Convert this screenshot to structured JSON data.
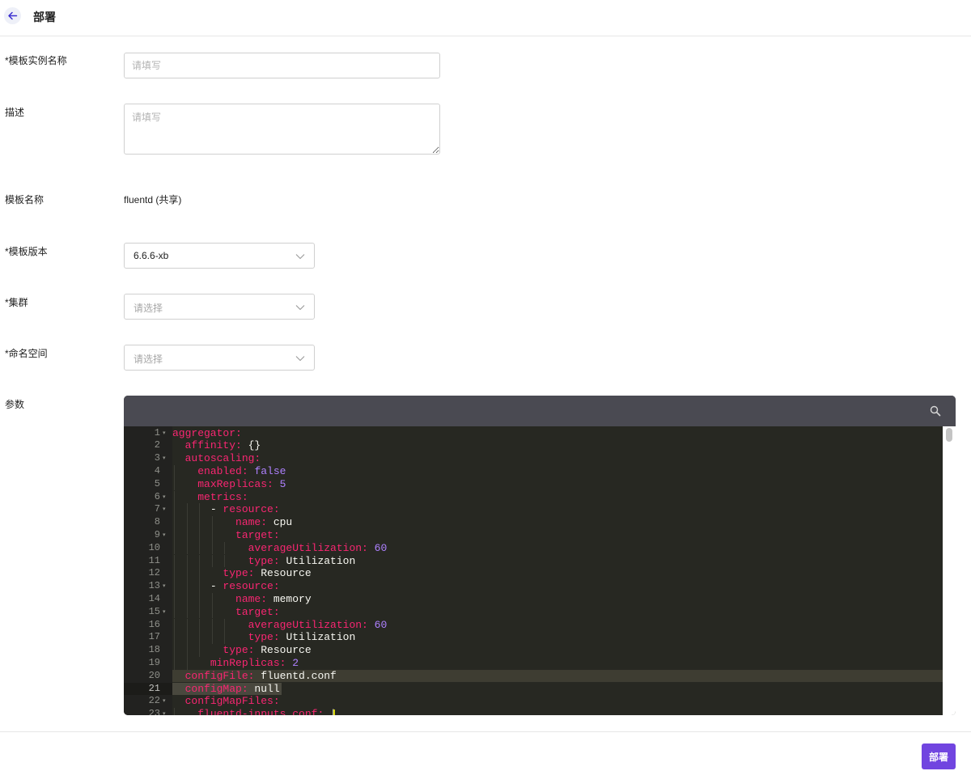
{
  "header": {
    "title": "部署",
    "back_icon": "arrow-left-icon"
  },
  "form": {
    "instance_name": {
      "label": "*模板实例名称",
      "placeholder": "请填写",
      "value": ""
    },
    "description": {
      "label": "描述",
      "placeholder": "请填写",
      "value": ""
    },
    "template_name": {
      "label": "模板名称",
      "value": "fluentd (共享)"
    },
    "template_version": {
      "label": "*模板版本",
      "value": "6.6.6-xb"
    },
    "cluster": {
      "label": "*集群",
      "placeholder": "请选择"
    },
    "namespace": {
      "label": "*命名空间",
      "placeholder": "请选择"
    },
    "params": {
      "label": "参数"
    }
  },
  "editor": {
    "active_line": 21,
    "lines": [
      {
        "n": "1",
        "fold": true,
        "key": "aggregator:",
        "val": ""
      },
      {
        "n": "2",
        "fold": false,
        "key": "  affinity:",
        "val": " {}"
      },
      {
        "n": "3",
        "fold": true,
        "key": "  autoscaling:",
        "val": ""
      },
      {
        "n": "4",
        "fold": false,
        "key": "    enabled:",
        "val": " false",
        "num": true
      },
      {
        "n": "5",
        "fold": false,
        "key": "    maxReplicas:",
        "val": " 5",
        "num": true
      },
      {
        "n": "6",
        "fold": true,
        "key": "    metrics:",
        "val": ""
      },
      {
        "n": "7",
        "fold": true,
        "key": "      - resource:",
        "val": "",
        "dash": true
      },
      {
        "n": "8",
        "fold": false,
        "key": "          name:",
        "val": " cpu"
      },
      {
        "n": "9",
        "fold": true,
        "key": "          target:",
        "val": ""
      },
      {
        "n": "10",
        "fold": false,
        "key": "            averageUtilization:",
        "val": " 60",
        "num": true
      },
      {
        "n": "11",
        "fold": false,
        "key": "            type:",
        "val": " Utilization"
      },
      {
        "n": "12",
        "fold": false,
        "key": "        type:",
        "val": " Resource"
      },
      {
        "n": "13",
        "fold": true,
        "key": "      - resource:",
        "val": "",
        "dash": true
      },
      {
        "n": "14",
        "fold": false,
        "key": "          name:",
        "val": " memory"
      },
      {
        "n": "15",
        "fold": true,
        "key": "          target:",
        "val": ""
      },
      {
        "n": "16",
        "fold": false,
        "key": "            averageUtilization:",
        "val": " 60",
        "num": true
      },
      {
        "n": "17",
        "fold": false,
        "key": "            type:",
        "val": " Utilization"
      },
      {
        "n": "18",
        "fold": false,
        "key": "        type:",
        "val": " Resource"
      },
      {
        "n": "19",
        "fold": false,
        "key": "      minReplicas:",
        "val": " 2",
        "num": true
      },
      {
        "n": "20",
        "fold": false,
        "key": "  configFile:",
        "val": " fluentd.conf"
      },
      {
        "n": "21",
        "fold": false,
        "key": "  configMap:",
        "val": " null"
      },
      {
        "n": "22",
        "fold": true,
        "key": "  configMapFiles:",
        "val": ""
      },
      {
        "n": "23",
        "fold": true,
        "key": "    fluentd-inputs.conf:",
        "val": " |"
      }
    ],
    "search_icon": "search-icon"
  },
  "footer": {
    "deploy_label": "部署"
  },
  "colors": {
    "accent": "#7145e0",
    "editor_bg": "#272822",
    "toolbar_bg": "#4a4a52",
    "key": "#f92672",
    "number": "#ae81ff"
  }
}
